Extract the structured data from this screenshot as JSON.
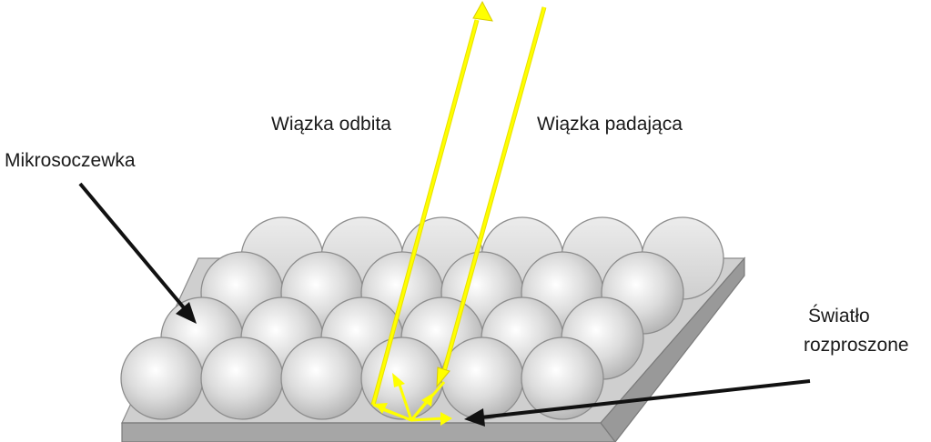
{
  "labels": {
    "microlens": "Mikrosoczewka",
    "reflected_beam": "Wiązka odbita",
    "incident_beam": "Wiązka padająca",
    "scattered_light_line1": "Światło",
    "scattered_light_line2": "rozproszone"
  },
  "colors": {
    "beam": "#ffff00",
    "beam_stroke": "#e6d800",
    "sphere_light": "#ffffff",
    "sphere_dark": "#b0b0b0",
    "sphere_outline": "#8c8c8c",
    "plate_top": "#c8c8c8",
    "plate_side": "#8e8e8e",
    "pointer": "#111111"
  }
}
